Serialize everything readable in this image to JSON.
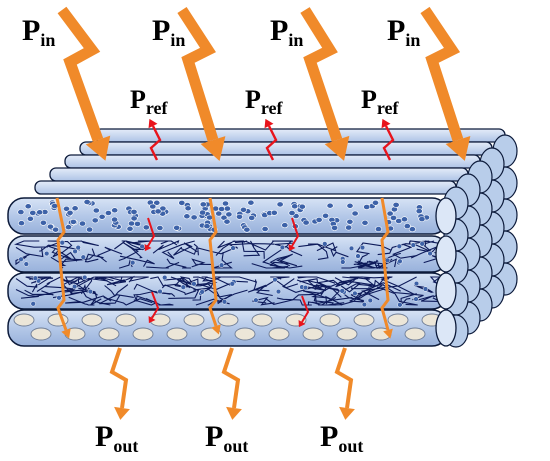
{
  "labels": {
    "p_in": {
      "main": "P",
      "sub": "in"
    },
    "p_ref": {
      "main": "P",
      "sub": "ref"
    },
    "p_out": {
      "main": "P",
      "sub": "out"
    }
  },
  "colors": {
    "incident_arrow": "#f08a2a",
    "reflected_arrow": "#e8141c",
    "fiber_fill": "#b8cdea",
    "fiber_fill_light": "#dce7f7",
    "fiber_outline": "#0c1a3a",
    "particle": "#3d62a8",
    "network": "#0d1a5a",
    "pore": "#ece6d8"
  },
  "icons": [
    "zigzag-arrow-icon",
    "fiber-bundle-icon"
  ]
}
